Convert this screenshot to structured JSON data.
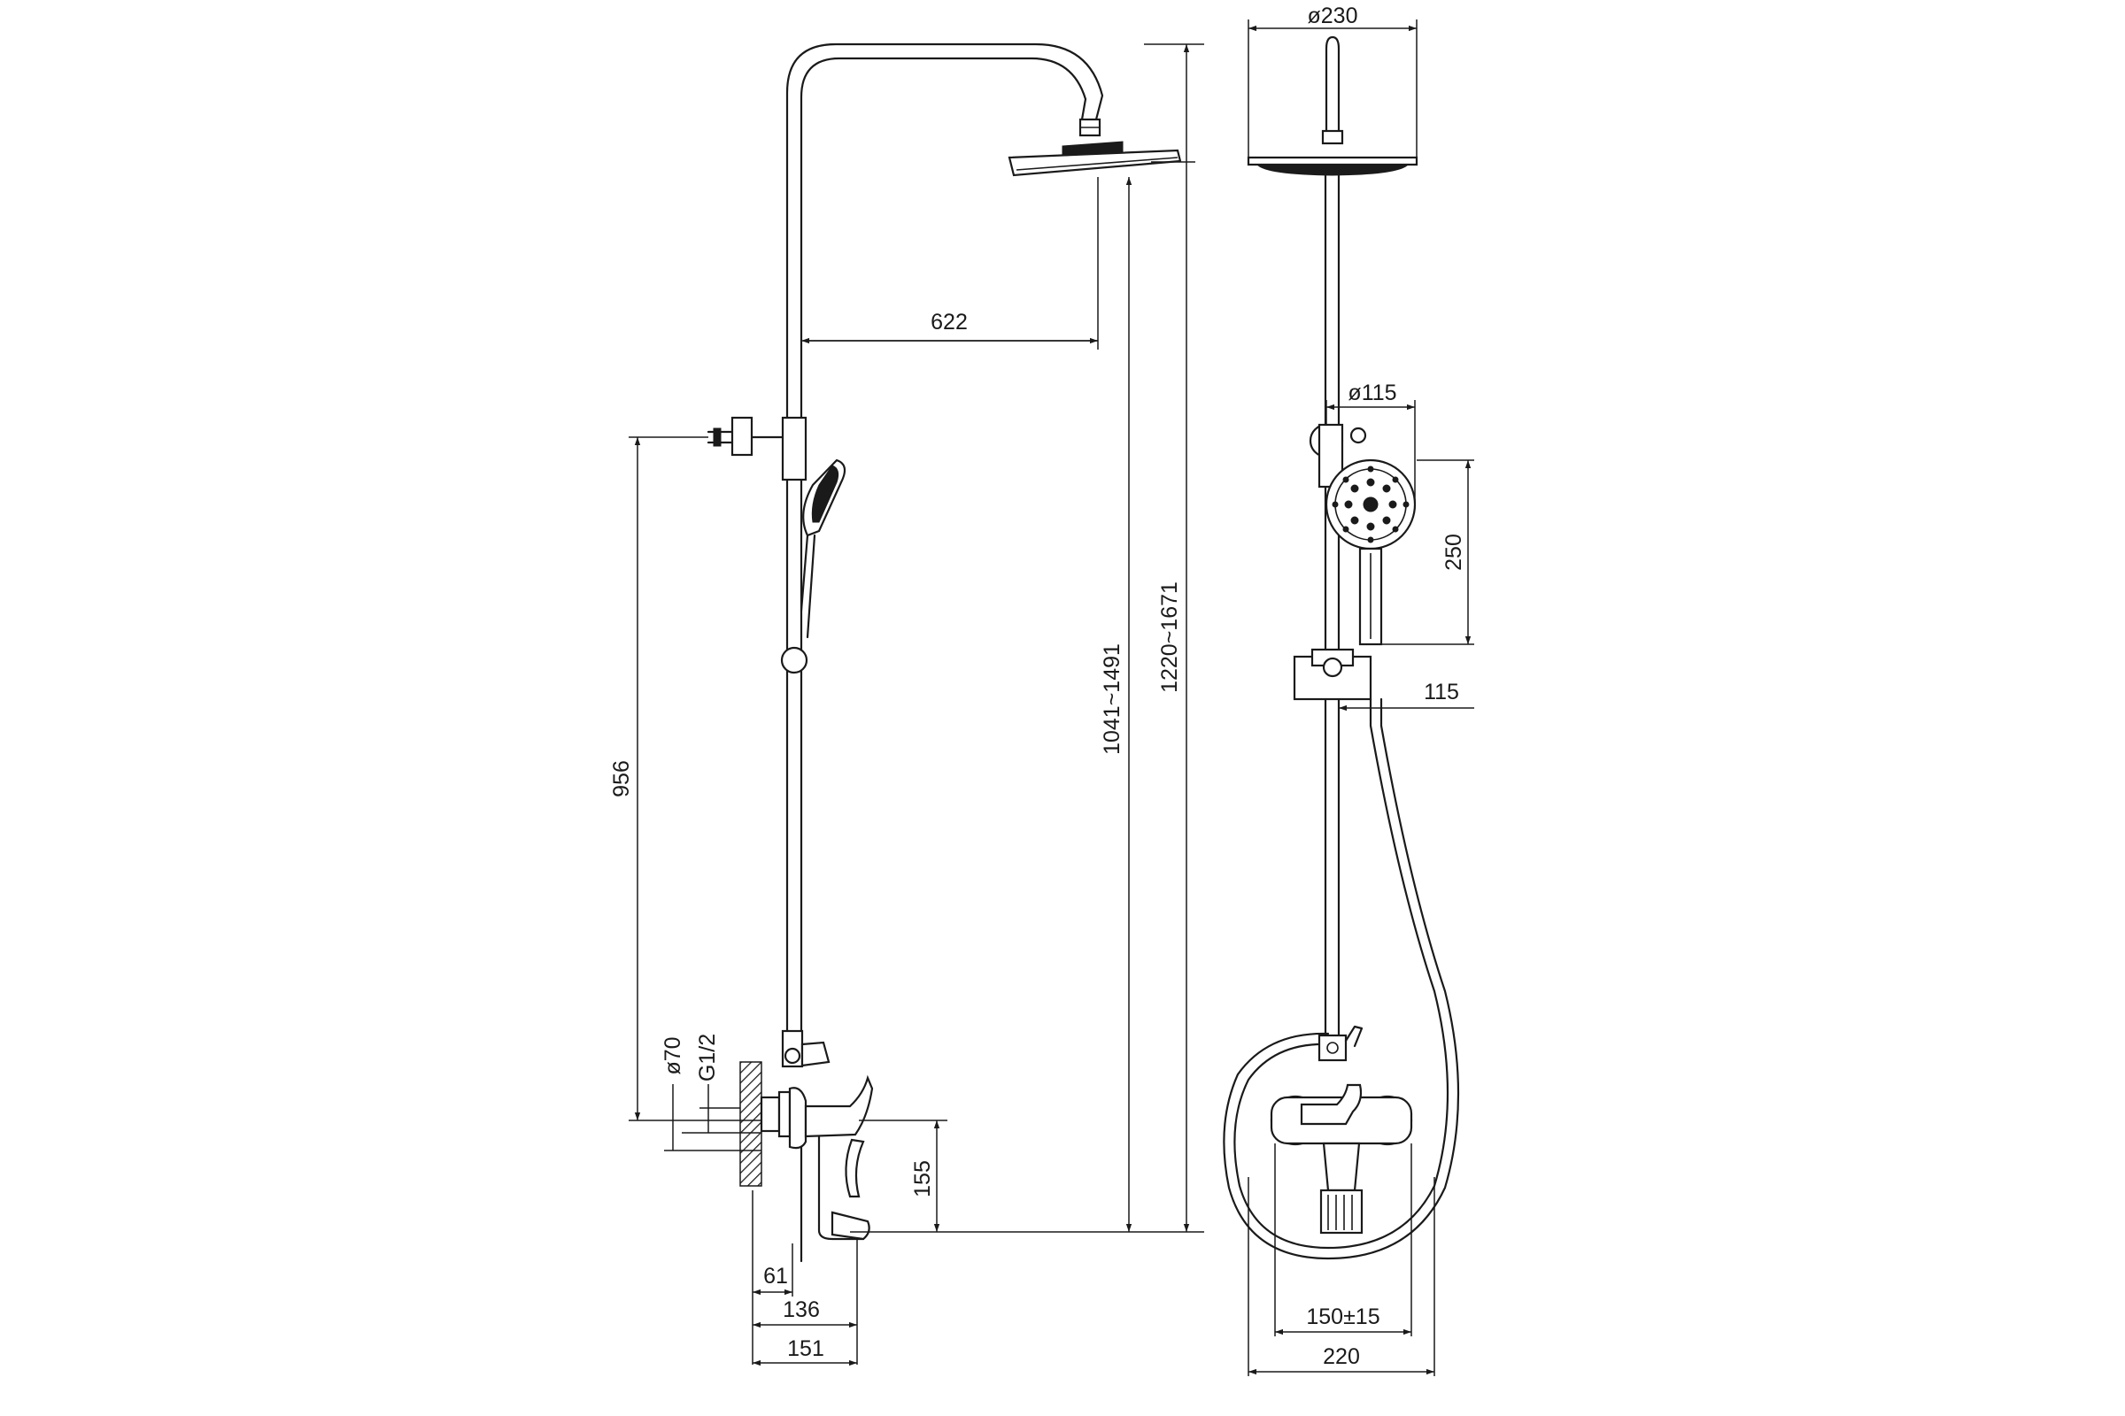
{
  "dimensions": {
    "rain_head_reach": "622",
    "rain_head_diameter": "ø230",
    "hand_shower_diameter": "ø115",
    "hand_shower_length": "250",
    "hand_shower_offset": "115",
    "outlet_to_bracket": "956",
    "height_hand_shower": "1041~1491",
    "height_total": "1220~1671",
    "flange_diameter": "ø70",
    "connection_thread": "G1/2",
    "mixer_to_spout": "155",
    "wall_to_bar": "61",
    "wall_to_spout": "136",
    "wall_to_front": "151",
    "connection_spacing": "150±15",
    "mixer_width": "220"
  }
}
